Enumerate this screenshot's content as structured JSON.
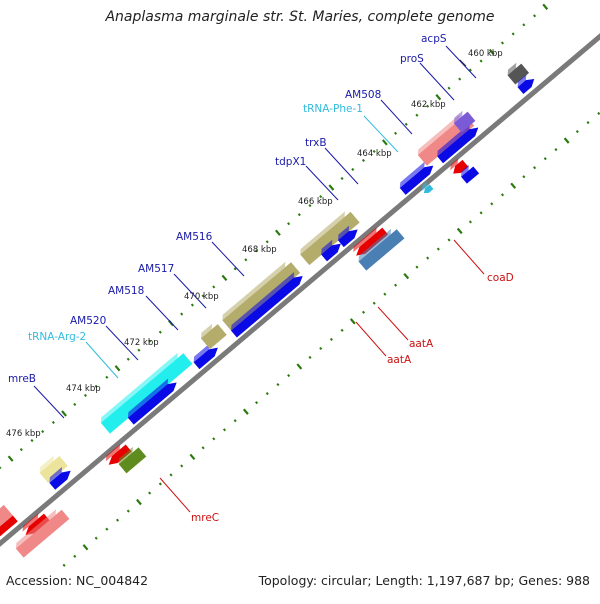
{
  "title": "Anaplasma marginale str. St. Maries, complete genome",
  "footer": {
    "accession": "Accession: NC_004842",
    "summary": "Topology: circular; Length: 1,197,687 bp; Genes: 988"
  },
  "scale_labels": [
    "460 kbp",
    "462 kbp",
    "464 kbp",
    "466 kbp",
    "468 kbp",
    "470 kbp",
    "472 kbp",
    "474 kbp",
    "476 kbp"
  ],
  "gene_labels": {
    "acpS": "acpS",
    "proS": "proS",
    "AM508": "AM508",
    "tRNA_Phe": "tRNA-Phe-1",
    "trxB": "trxB",
    "tdpX1": "tdpX1",
    "AM516": "AM516",
    "AM517": "AM517",
    "AM518": "AM518",
    "AM520": "AM520",
    "tRNA_Arg": "tRNA-Arg-2",
    "mreB": "mreB",
    "coaD": "coaD",
    "aatA_1": "aatA",
    "aatA_2": "aatA",
    "mreC": "mreC"
  },
  "colors": {
    "backbone": "#7a7a7a",
    "blue_label": "#1a1aa8",
    "cyan_label": "#33bbdd",
    "red_label": "#cc1111",
    "blue_gene": "#0a0ae6",
    "red_gene": "#e60000",
    "pink_gene": "#f08888",
    "olive_gene": "#b4ac6a",
    "cyan_gene": "#22eeee",
    "yellow_gene": "#ece49a",
    "steel_gene": "#4a7fb4",
    "green_gene": "#5e8c1e",
    "purple_gene": "#7a5ad6",
    "gray_gene": "#555555",
    "tick_green": "#2a7a10"
  }
}
